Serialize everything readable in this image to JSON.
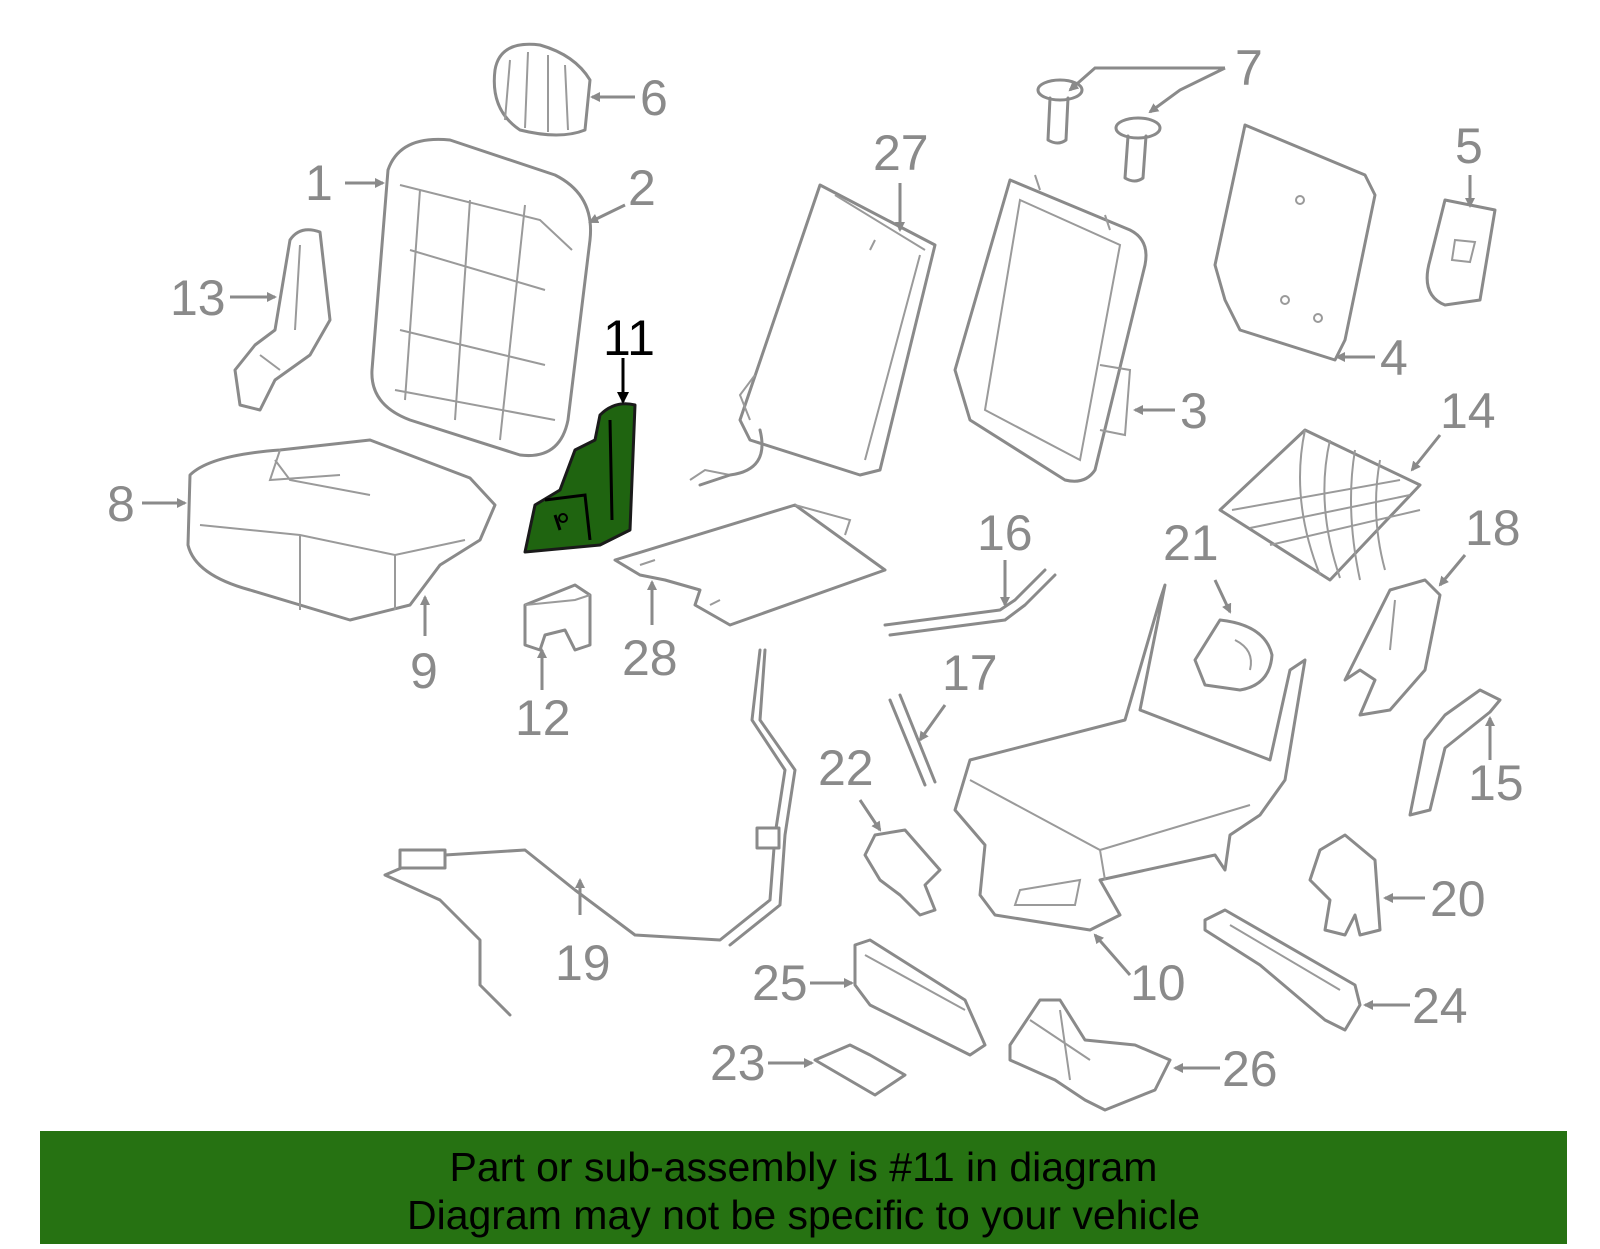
{
  "highlight_color": "#267212",
  "highlighted_part": "11",
  "callouts": [
    "1",
    "2",
    "3",
    "4",
    "5",
    "6",
    "7",
    "8",
    "9",
    "10",
    "11",
    "12",
    "13",
    "14",
    "15",
    "16",
    "17",
    "18",
    "19",
    "20",
    "21",
    "22",
    "23",
    "24",
    "25",
    "26",
    "27",
    "28"
  ],
  "banner": {
    "line1": "Part or sub-assembly is #11 in diagram",
    "line2": "Diagram may not be specific to your vehicle"
  }
}
